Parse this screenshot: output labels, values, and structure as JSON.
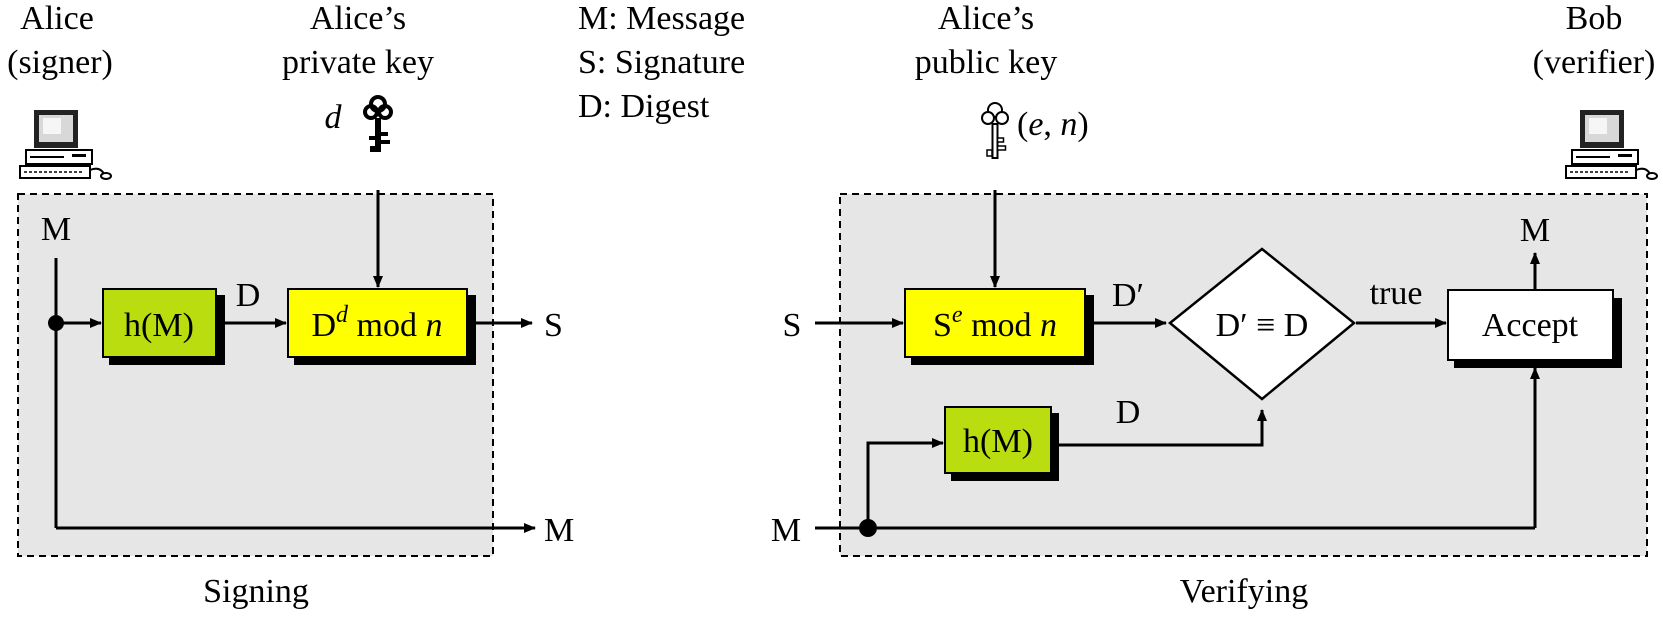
{
  "signer": {
    "name": "Alice",
    "role": "(signer)"
  },
  "verifier": {
    "name": "Bob",
    "role": "(verifier)"
  },
  "private_key": {
    "line1": "Alice’s",
    "line2": "private key",
    "symbol": "d"
  },
  "public_key": {
    "line1": "Alice’s",
    "line2": "public key",
    "open": "(",
    "e": "e",
    "comma": ", ",
    "n": "n",
    "close": ")"
  },
  "legend": {
    "m": "M: Message",
    "s": "S: Signature",
    "d": "D: Digest"
  },
  "signing": {
    "caption": "Signing",
    "input_m": "M",
    "hash_box": "h(M)",
    "digest_label": "D",
    "sign_box": {
      "base": "D",
      "exp": "d",
      "mod": " mod ",
      "n": "n"
    },
    "output_s": "S",
    "output_m": "M"
  },
  "verifying": {
    "caption": "Verifying",
    "input_s": "S",
    "input_m": "M",
    "verify_box": {
      "base": "S",
      "exp": "e",
      "mod": " mod ",
      "n": "n"
    },
    "dprime_label": "D′",
    "compare": "D′ ≡ D",
    "true_label": "true",
    "accept_box": "Accept",
    "output_m": "M",
    "hash_box": "h(M)",
    "digest_label": "D"
  },
  "colors": {
    "panel": "#e6e6e6",
    "hash_box": "#b9dd0e",
    "key_box": "#ffff00",
    "shadow": "#000000"
  }
}
